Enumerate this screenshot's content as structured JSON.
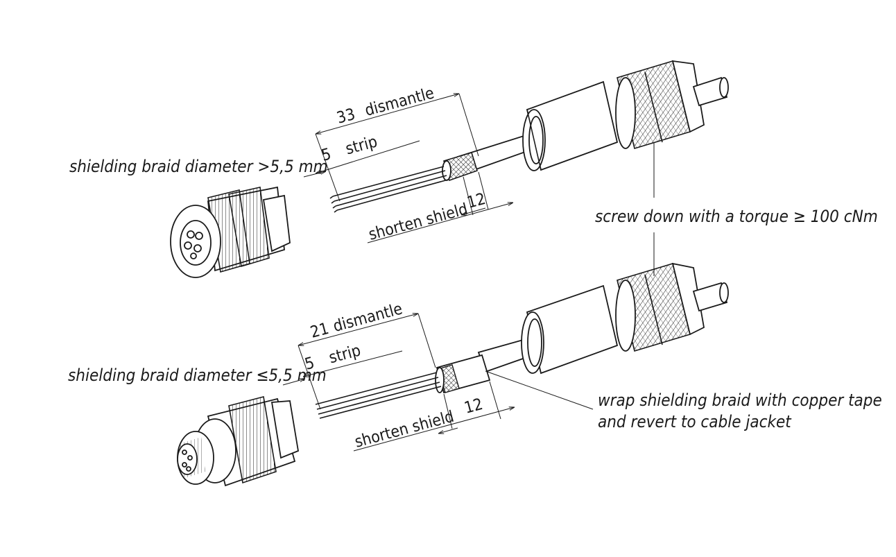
{
  "labels": {
    "braid_large": "shielding braid diameter >5,5 mm",
    "braid_small": "shielding braid diameter ≤5,5 mm",
    "torque": "screw down with a torque ≥ 100 cNm",
    "wrap_line1": "wrap shielding braid with copper tape",
    "wrap_line2": "and revert to cable jacket"
  },
  "top_assembly": {
    "dismantle_value": "33",
    "dismantle_label": "dismantle",
    "strip_value": "5",
    "strip_label": "strip",
    "shield_value": "12",
    "shield_label": "shorten shield"
  },
  "bottom_assembly": {
    "dismantle_value": "21",
    "dismantle_label": "dismantle",
    "strip_value": "5",
    "strip_label": "strip",
    "shield_value": "12",
    "shield_label": "shorten shield"
  }
}
